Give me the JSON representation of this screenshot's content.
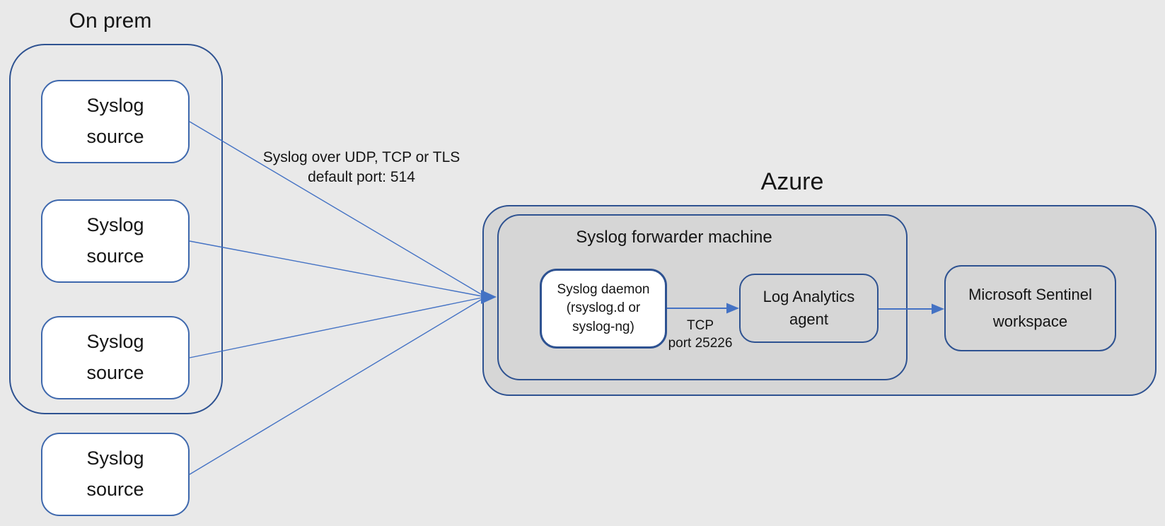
{
  "colors": {
    "background": "#e9e9e9",
    "container_fill": "#d6d6d6",
    "container_border": "#2e5291",
    "source_box_border": "#3e68ad",
    "connector_blue": "#4472c4",
    "white_box_fill": "#ffffff",
    "text": "#151515"
  },
  "on_prem": {
    "title": "On prem",
    "sources": [
      {
        "label": "Syslog\nsource"
      },
      {
        "label": "Syslog\nsource"
      },
      {
        "label": "Syslog\nsource"
      },
      {
        "label": "Syslog\nsource"
      }
    ]
  },
  "connections": {
    "sources_to_forwarder_label": "Syslog over UDP, TCP or TLS\ndefault port: 514",
    "daemon_to_agent_label": "TCP\nport 25226"
  },
  "azure": {
    "title": "Azure",
    "forwarder": {
      "title": "Syslog forwarder machine",
      "daemon_label": "Syslog daemon\n(rsyslog.d or\nsyslog-ng)",
      "agent_label": "Log Analytics\nagent"
    },
    "sentinel_label": "Microsoft Sentinel\nworkspace"
  }
}
